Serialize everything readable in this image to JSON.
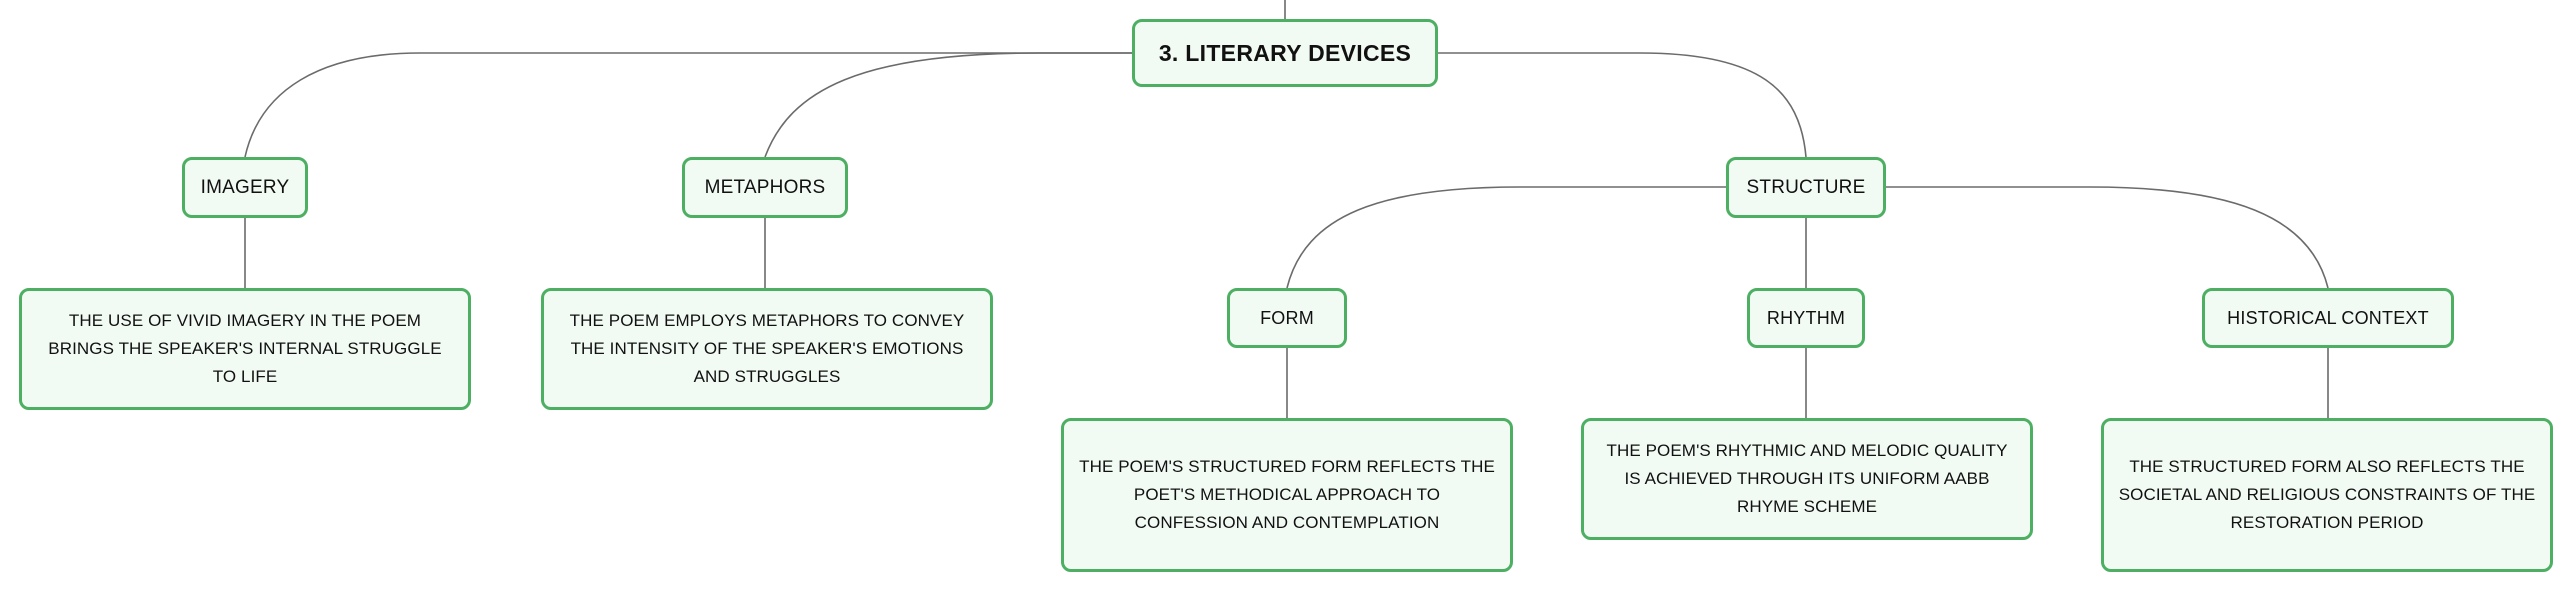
{
  "diagram": {
    "root": {
      "label": "3. LITERARY DEVICES"
    },
    "branches": {
      "imagery": {
        "label": "IMAGERY",
        "description": "THE USE OF VIVID IMAGERY IN THE POEM BRINGS THE SPEAKER'S INTERNAL STRUGGLE TO LIFE"
      },
      "metaphors": {
        "label": "METAPHORS",
        "description": "THE POEM EMPLOYS METAPHORS TO CONVEY THE INTENSITY OF THE SPEAKER'S EMOTIONS AND STRUGGLES"
      },
      "structure": {
        "label": "STRUCTURE",
        "children": {
          "form": {
            "label": "FORM",
            "description": "THE POEM'S STRUCTURED FORM REFLECTS THE POET'S METHODICAL APPROACH TO CONFESSION AND CONTEMPLATION"
          },
          "rhythm": {
            "label": "RHYTHM",
            "description": "THE POEM'S RHYTHMIC AND MELODIC QUALITY IS ACHIEVED THROUGH ITS UNIFORM AABB RHYME SCHEME"
          },
          "historical_context": {
            "label": "HISTORICAL CONTEXT",
            "description": "THE STRUCTURED FORM ALSO REFLECTS THE SOCIETAL AND RELIGIOUS CONSTRAINTS OF THE RESTORATION PERIOD"
          }
        }
      }
    },
    "colors": {
      "node_border": "#4caf62",
      "node_fill": "#f2faf4",
      "connector": "#6b6b6b",
      "text": "#111111"
    }
  }
}
